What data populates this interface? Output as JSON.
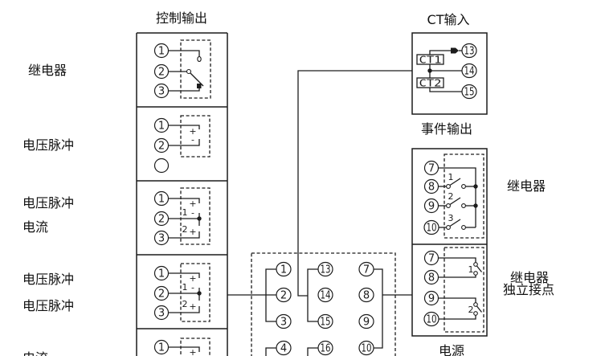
{
  "palette": {
    "ink": "#1c1c1c",
    "background": "#ffffff"
  },
  "headers": {
    "control_output": "控制输出",
    "ct_input": "CT输入",
    "event_output": "事件输出",
    "power_supply": "电源"
  },
  "control_output": {
    "sections": [
      {
        "type_lines": [
          "继电器"
        ],
        "terminals": [
          "1",
          "2",
          "3"
        ]
      },
      {
        "type_lines": [
          "电压脉冲"
        ],
        "terminals": [
          "1",
          "2",
          ""
        ],
        "polarity": [
          "+",
          "-"
        ]
      },
      {
        "type_lines": [
          "电压脉冲",
          "电流"
        ],
        "terminals": [
          "1",
          "2",
          "3"
        ],
        "outputs": [
          "1",
          "2"
        ],
        "polarity": [
          "+",
          "-",
          "+"
        ]
      },
      {
        "type_lines": [
          "电压脉冲",
          "电压脉冲"
        ],
        "terminals": [
          "1",
          "2",
          "3"
        ],
        "outputs": [
          "1",
          "2"
        ],
        "polarity": [
          "+",
          "-",
          "+"
        ]
      },
      {
        "type_lines": [
          "电流"
        ],
        "terminals": [
          "1"
        ],
        "polarity": [
          "+"
        ]
      }
    ]
  },
  "ct_input": {
    "sensors": [
      "CT1",
      "CT2"
    ],
    "terminals": [
      "13",
      "14",
      "15"
    ]
  },
  "event_output": {
    "relay": {
      "label": "继电器",
      "terminals": [
        "7",
        "8",
        "9",
        "10"
      ],
      "contacts": [
        "1",
        "2",
        "3"
      ]
    },
    "independent_relay": {
      "label_lines": [
        "继电器",
        "独立接点"
      ],
      "terminals": [
        "7",
        "8",
        "9",
        "10"
      ],
      "contacts": [
        "1",
        "2"
      ]
    }
  },
  "terminal_block": {
    "columns": [
      [
        "1",
        "2",
        "3",
        "4"
      ],
      [
        "13",
        "14",
        "15",
        "16"
      ],
      [
        "7",
        "8",
        "9",
        "10"
      ]
    ]
  }
}
